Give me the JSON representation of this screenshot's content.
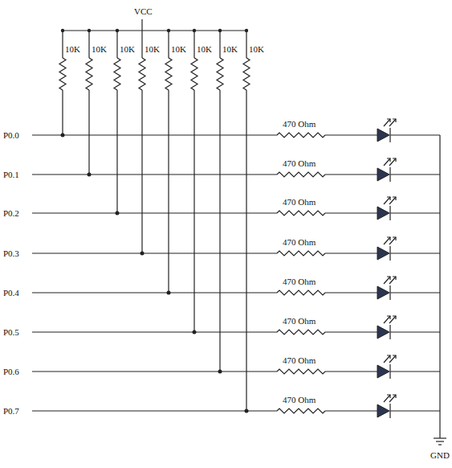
{
  "diagram": {
    "labels": [
      "VCC",
      "10K",
      "10K",
      "10K",
      "10K",
      "10K",
      "10K",
      "10K",
      "10K",
      "P0.0",
      "470 Ohm",
      "P0.1",
      "470 Ohm",
      "P0.2",
      "470 Ohm",
      "P0.3",
      "470 Ohm",
      "P0.4",
      "470 Ohm",
      "P0.5",
      "470 Ohm",
      "P0.6",
      "470 Ohm",
      "P0.7",
      "470 Ohm",
      "GND"
    ]
  }
}
